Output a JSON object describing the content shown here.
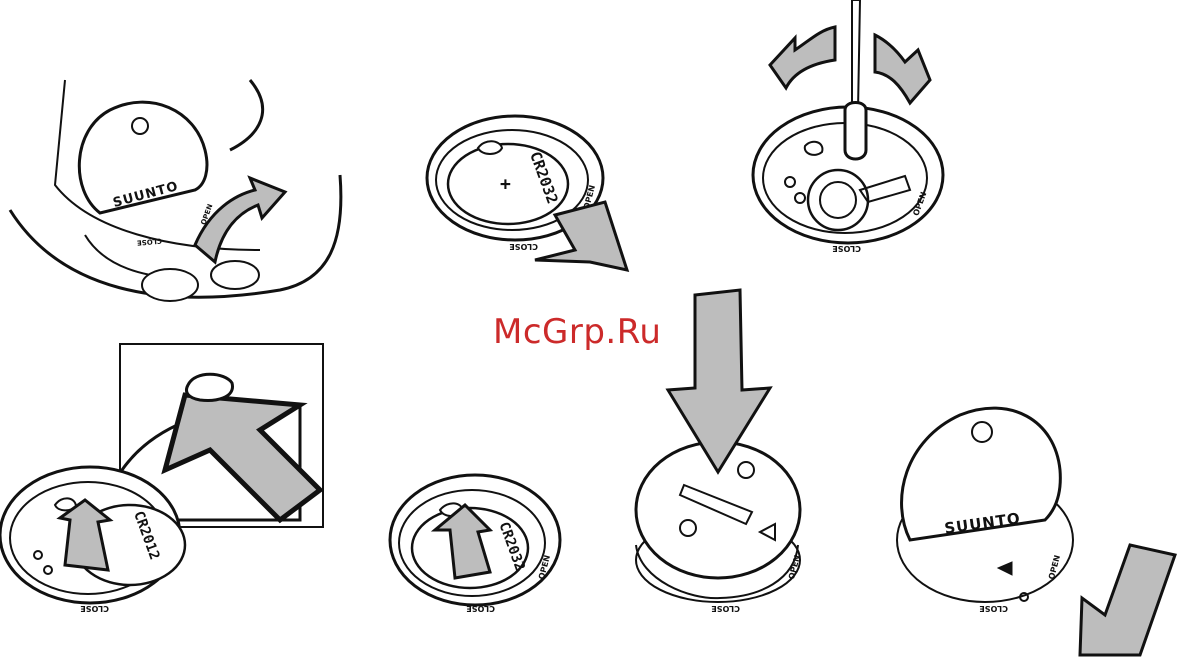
{
  "watermark": "McGrp.Ru",
  "labels": {
    "brand": "SUUNTO",
    "battery": "CR2032",
    "battery_short": "CR2012",
    "open": "OPEN",
    "close": "CLOSE",
    "plus": "+"
  },
  "colors": {
    "arrow_fill": "#bdbdbd",
    "line": "#111111",
    "watermark": "#cc2a2a"
  }
}
